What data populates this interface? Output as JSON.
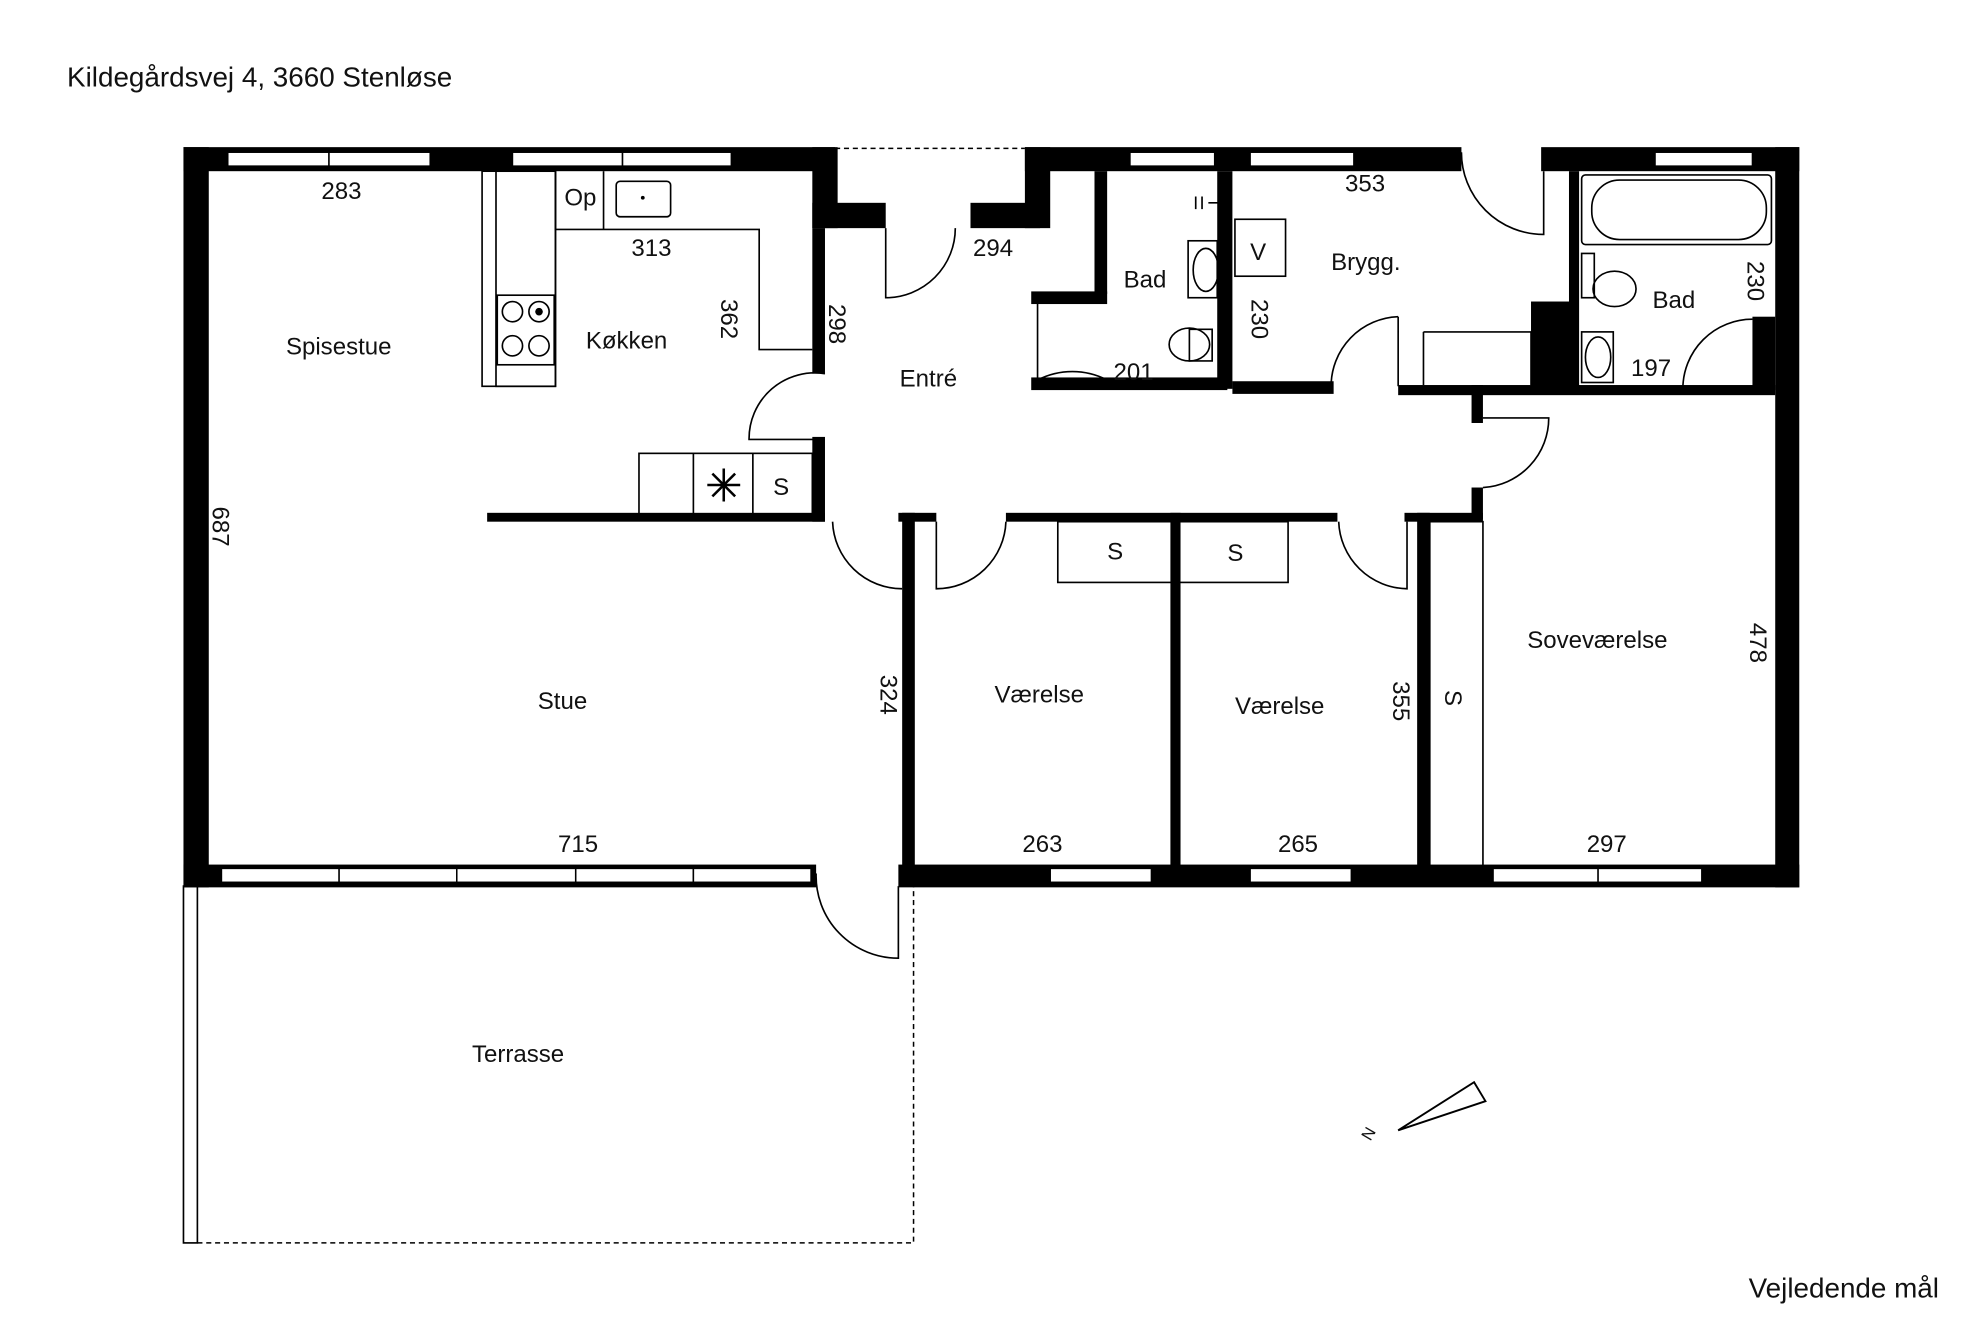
{
  "title": "Kildegårdsvej 4, 3660 Stenløse",
  "footer": "Vejledende mål",
  "rooms": {
    "spisestue": "Spisestue",
    "kokken": "Køkken",
    "entre": "Entré",
    "bad1": "Bad",
    "brygg": "Brygg.",
    "bad2": "Bad",
    "stue": "Stue",
    "vaerelse1": "Værelse",
    "vaerelse2": "Værelse",
    "sovevaerelse": "Soveværelse",
    "terrasse": "Terrasse"
  },
  "fixtures": {
    "op": "Op",
    "v": "V",
    "s1": "S",
    "s2": "S",
    "s3": "S",
    "s4": "S"
  },
  "dimensions": {
    "d283": "283",
    "d313": "313",
    "d362": "362",
    "d298": "298",
    "d294": "294",
    "d201": "201",
    "d230a": "230",
    "d353": "353",
    "d230b": "230",
    "d197": "197",
    "d687": "687",
    "d324": "324",
    "d355": "355",
    "d478": "478",
    "d715": "715",
    "d263": "263",
    "d265": "265",
    "d297": "297"
  },
  "compass": "N"
}
